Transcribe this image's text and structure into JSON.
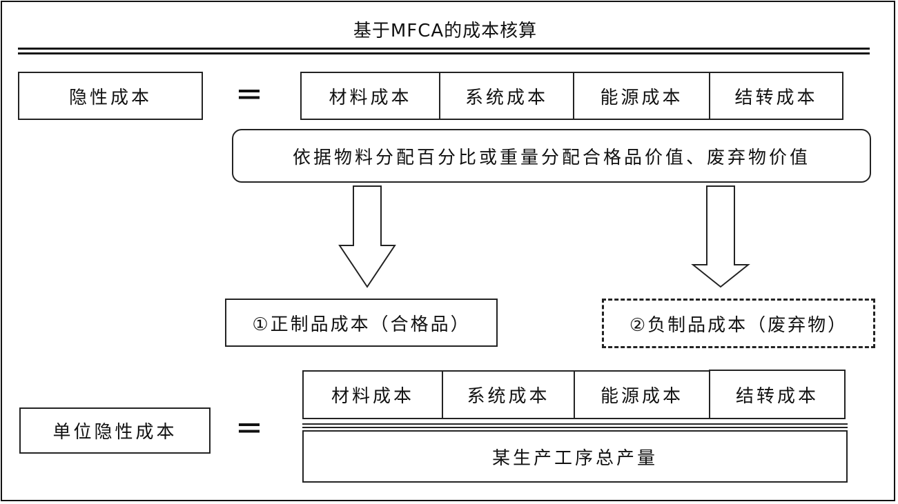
{
  "title": "基于MFCA的成本核算",
  "hidden_cost": {
    "label": "隐性成本",
    "equals": "=",
    "components": [
      "材料成本",
      "系统成本",
      "能源成本",
      "结转成本"
    ]
  },
  "allocation_basis": "依据物料分配百分比或重量分配合格品价值、废弃物价值",
  "outcomes": {
    "positive": "①正制品成本（合格品）",
    "negative": "②负制品成本（废弃物）"
  },
  "unit_hidden_cost": {
    "label": "单位隐性成本",
    "equals": "=",
    "numerator": [
      "材料成本",
      "系统成本",
      "能源成本",
      "结转成本"
    ],
    "denominator": "某生产工序总产量"
  }
}
